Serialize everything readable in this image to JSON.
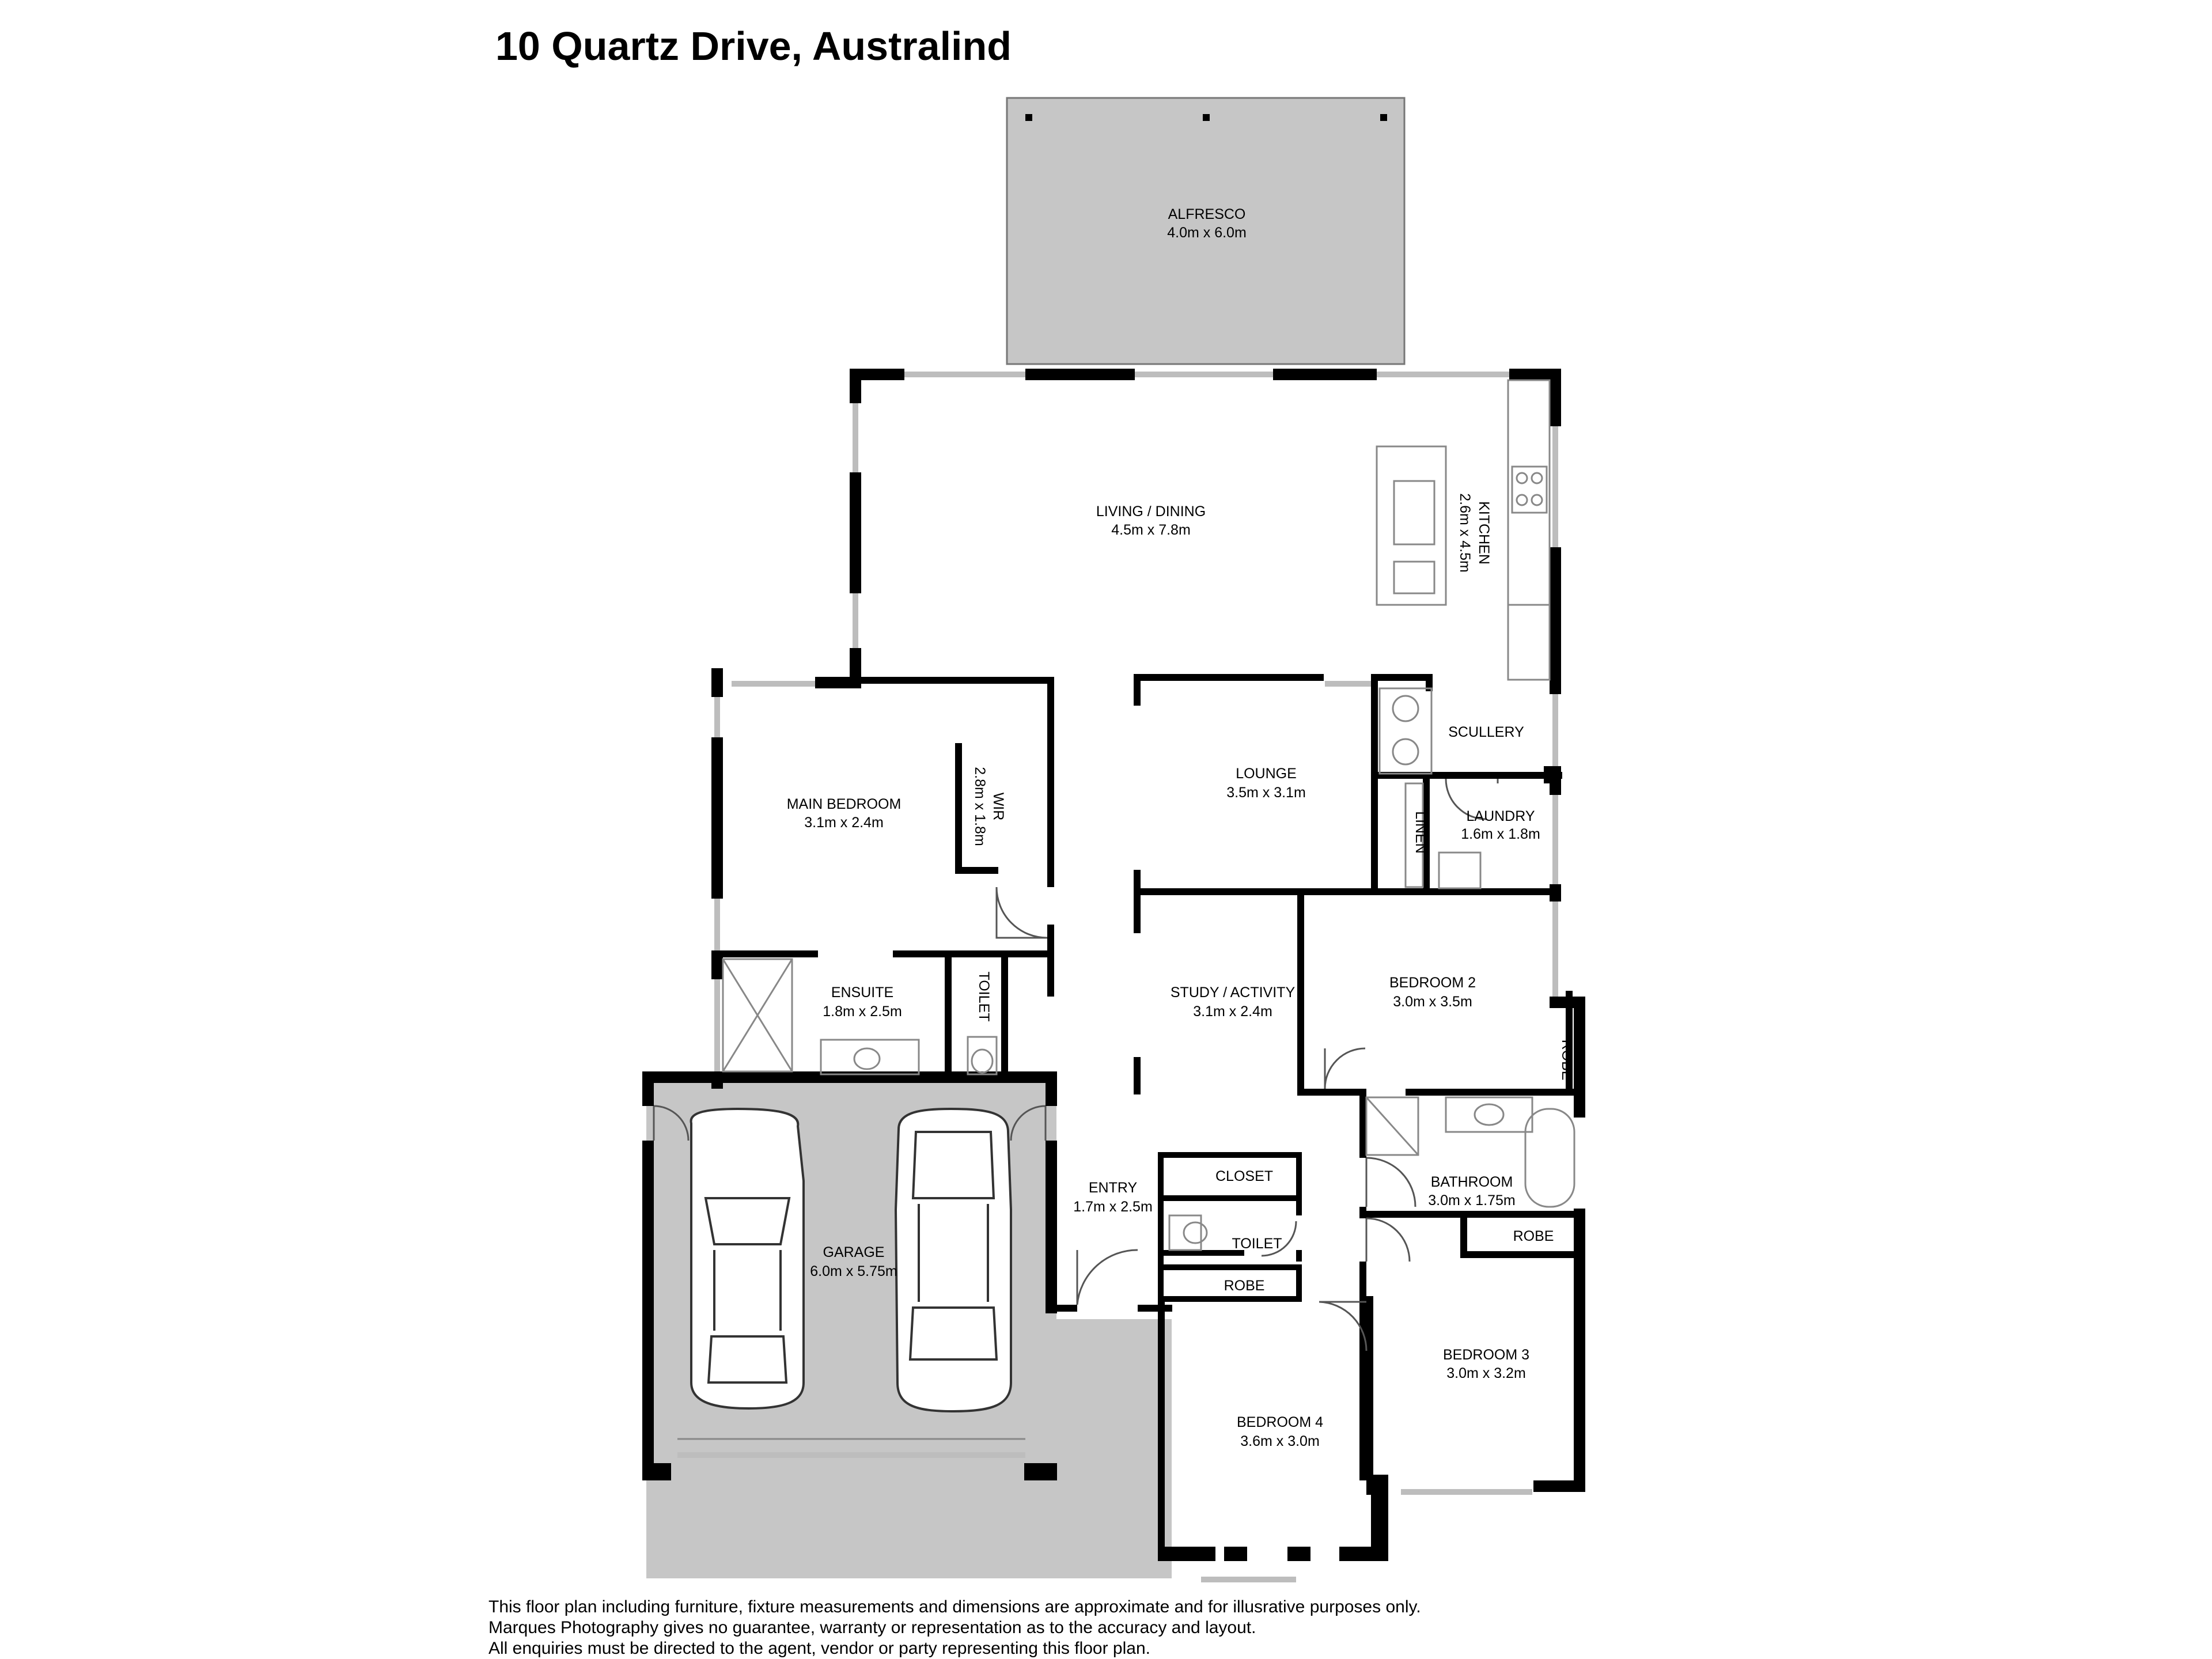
{
  "title": "10 Quartz Drive, Australind",
  "rooms": [
    {
      "id": "alfresco",
      "name": "ALFRESCO",
      "dims": "4.0m x 6.0m"
    },
    {
      "id": "living",
      "name": "LIVING / DINING",
      "dims": "4.5m x 7.8m"
    },
    {
      "id": "kitchen",
      "name": "KITCHEN",
      "dims": "2.6m x 4.5m"
    },
    {
      "id": "main-bedroom",
      "name": "MAIN BEDROOM",
      "dims": "3.1m x 2.4m"
    },
    {
      "id": "wir",
      "name": "WIR",
      "dims": "2.8m x 1.8m"
    },
    {
      "id": "lounge",
      "name": "LOUNGE",
      "dims": "3.5m x 3.1m"
    },
    {
      "id": "scullery",
      "name": "SCULLERY",
      "dims": ""
    },
    {
      "id": "linen",
      "name": "LINEN",
      "dims": ""
    },
    {
      "id": "laundry",
      "name": "LAUNDRY",
      "dims": "1.6m x 1.8m"
    },
    {
      "id": "ensuite",
      "name": "ENSUITE",
      "dims": "1.8m x 2.5m"
    },
    {
      "id": "toilet-ensuite",
      "name": "TOILET",
      "dims": ""
    },
    {
      "id": "study",
      "name": "STUDY / ACTIVITY",
      "dims": "3.1m x 2.4m"
    },
    {
      "id": "bedroom2",
      "name": "BEDROOM 2",
      "dims": "3.0m x 3.5m"
    },
    {
      "id": "robe-b2",
      "name": "ROBE",
      "dims": ""
    },
    {
      "id": "bathroom",
      "name": "BATHROOM",
      "dims": "3.0m x 1.75m"
    },
    {
      "id": "garage",
      "name": "GARAGE",
      "dims": "6.0m x 5.75m"
    },
    {
      "id": "entry",
      "name": "ENTRY",
      "dims": "1.7m x 2.5m"
    },
    {
      "id": "closet",
      "name": "CLOSET",
      "dims": ""
    },
    {
      "id": "toilet",
      "name": "TOILET",
      "dims": ""
    },
    {
      "id": "robe-b4",
      "name": "ROBE",
      "dims": ""
    },
    {
      "id": "robe-b3",
      "name": "ROBE",
      "dims": ""
    },
    {
      "id": "bedroom3",
      "name": "BEDROOM 3",
      "dims": "3.0m x 3.2m"
    },
    {
      "id": "bedroom4",
      "name": "BEDROOM 4",
      "dims": "3.6m x 3.0m"
    }
  ],
  "disclaimer": [
    "This floor plan including furniture, fixture measurements and dimensions are approximate and for illusrative purposes only.",
    "Marques Photography gives no guarantee, warranty or representation as to the accuracy and layout.",
    "All enquiries must be directed to the agent, vendor or party representing this floor plan."
  ],
  "colors": {
    "wall": "#000000",
    "outdoor": "#c6c6c6",
    "fixture": "#888888",
    "window": "#bdbdbd"
  }
}
